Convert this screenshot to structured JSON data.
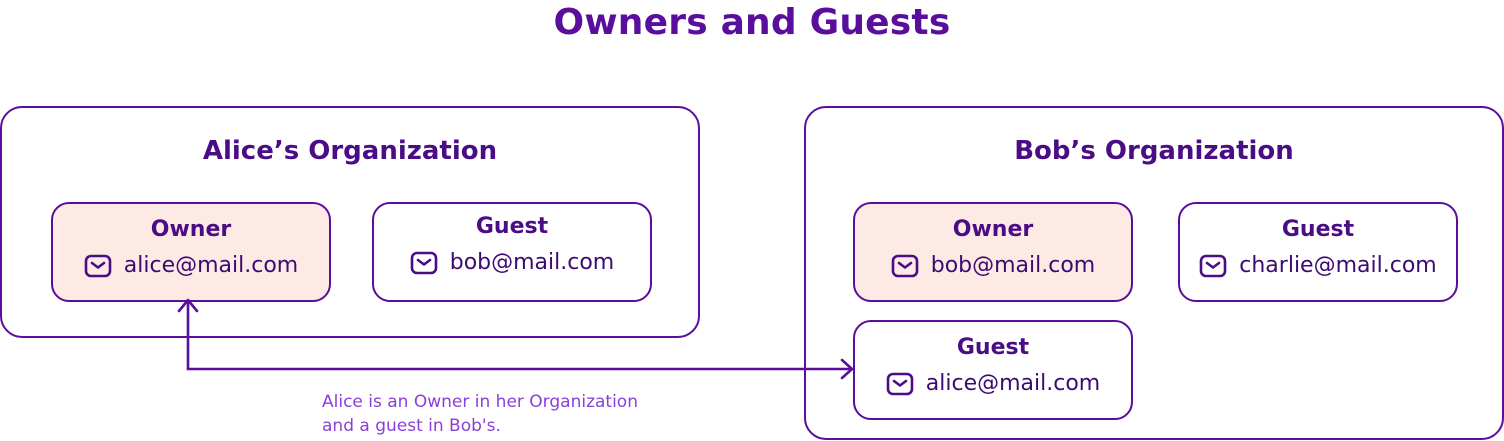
{
  "title": "Owners and Guests",
  "orgs": [
    {
      "name": "Alice’s Organization",
      "members": [
        {
          "role": "Owner",
          "email": "alice@mail.com"
        },
        {
          "role": "Guest",
          "email": "bob@mail.com"
        }
      ]
    },
    {
      "name": "Bob’s Organization",
      "members": [
        {
          "role": "Owner",
          "email": "bob@mail.com"
        },
        {
          "role": "Guest",
          "email": "charlie@mail.com"
        },
        {
          "role": "Guest",
          "email": "alice@mail.com"
        }
      ]
    }
  ],
  "caption": {
    "line1": "Alice is an Owner in her Organization",
    "line2": "and a guest in Bob's."
  },
  "colors": {
    "primary": "#5a0e9c",
    "owner_fill": "#fdeae4",
    "caption": "#8b3fd9"
  },
  "icons": {
    "email": "mail-icon"
  }
}
